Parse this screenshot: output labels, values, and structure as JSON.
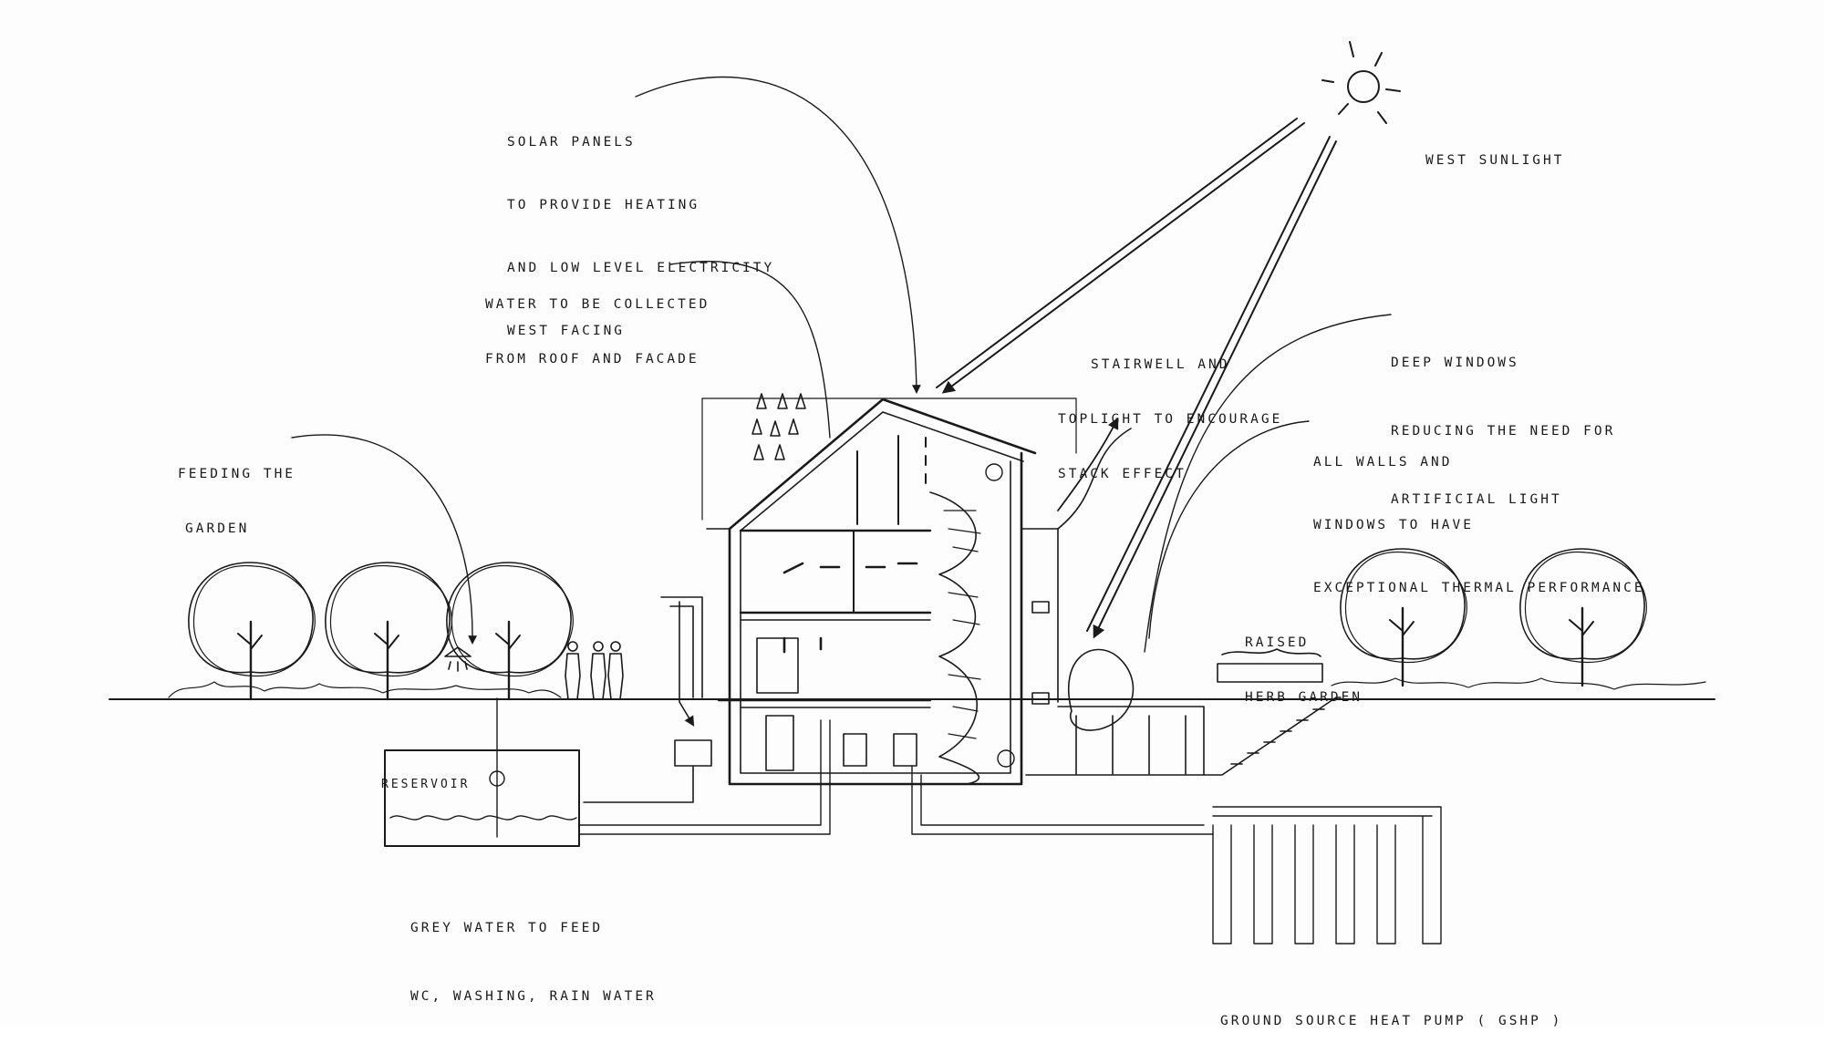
{
  "annotations": {
    "solar_panels": [
      "SOLAR PANELS",
      "TO PROVIDE HEATING",
      "AND LOW LEVEL ELECTRICITY",
      "WEST FACING"
    ],
    "west_sunlight": "WEST SUNLIGHT",
    "water_collection": [
      "WATER TO BE COLLECTED",
      "FROM ROOF AND FACADE"
    ],
    "stairwell": [
      "STAIRWELL AND",
      "TOPLIGHT TO ENCOURAGE",
      "STACK EFFECT"
    ],
    "deep_windows": [
      "DEEP WINDOWS",
      "REDUCING THE NEED FOR",
      "ARTIFICIAL LIGHT"
    ],
    "walls_windows": [
      "ALL WALLS AND",
      "WINDOWS TO HAVE",
      "EXCEPTIONAL THERMAL PERFORMANCE"
    ],
    "feeding_garden": [
      "FEEDING THE",
      "GARDEN"
    ],
    "raised_herb_garden": [
      "RAISED",
      "HERB GARDEN"
    ],
    "reservoir": "RESERVOIR",
    "grey_water": [
      "GREY WATER TO FEED",
      "WC, WASHING, RAIN WATER"
    ],
    "gshp": "GROUND SOURCE HEAT PUMP ( GSHP )"
  },
  "colors": {
    "ink": "#1a1a1a",
    "paper": "#fdfdfd"
  },
  "icons": [
    "sun-icon",
    "rain-drop-icon",
    "tree-icon",
    "person-icon",
    "shower-icon",
    "arrow-icon"
  ]
}
